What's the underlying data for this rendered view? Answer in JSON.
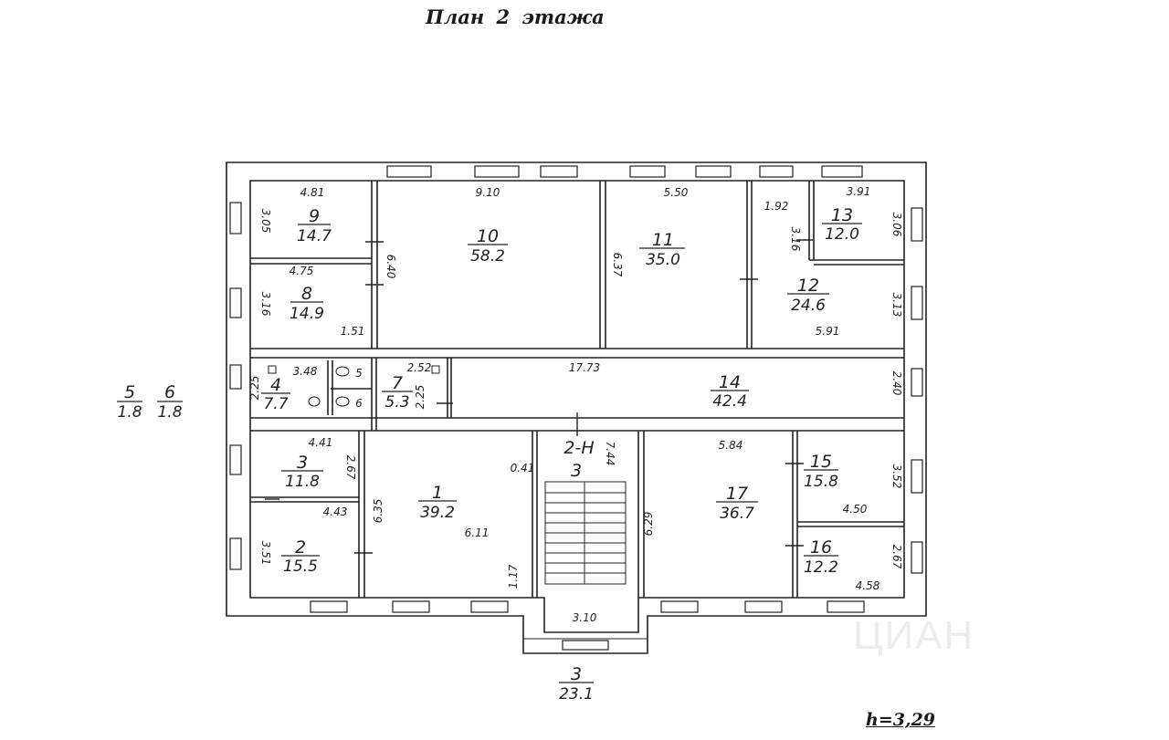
{
  "header": {
    "title": "План  2 этажа"
  },
  "footer": {
    "height_label": "h=3,29"
  },
  "watermark": "ЦИАН",
  "rooms": [
    {
      "num": "9",
      "area": "14.7"
    },
    {
      "num": "10",
      "area": "58.2"
    },
    {
      "num": "11",
      "area": "35.0"
    },
    {
      "num": "13",
      "area": "12.0"
    },
    {
      "num": "12",
      "area": "24.6"
    },
    {
      "num": "8",
      "area": "14.9"
    },
    {
      "num": "4",
      "area": "7.7"
    },
    {
      "num": "7",
      "area": "5.3"
    },
    {
      "num": "14",
      "area": "42.4"
    },
    {
      "num": "3",
      "area": "11.8"
    },
    {
      "num": "2",
      "area": "15.5"
    },
    {
      "num": "1",
      "area": "39.2"
    },
    {
      "num": "3",
      "area": ""
    },
    {
      "num": "17",
      "area": "36.7"
    },
    {
      "num": "15",
      "area": "15.8"
    },
    {
      "num": "16",
      "area": "12.2"
    },
    {
      "num": "3",
      "area": "23.1"
    },
    {
      "num": "5",
      "area": "1.8"
    },
    {
      "num": "6",
      "area": "1.8"
    }
  ],
  "stair_label": "2-Н",
  "small_labels": {
    "wc5": "5",
    "wc6": "6"
  },
  "dimensions": [
    "4.81",
    "3.05",
    "9.10",
    "5.50",
    "1.92",
    "3.91",
    "3.06",
    "3.16",
    "6.37",
    "6.40",
    "4.75",
    "3.16",
    "1.51",
    "3.13",
    "5.91",
    "3.48",
    "2.25",
    "2.52",
    "2.25",
    "17.73",
    "2.40",
    "4.41",
    "2.67",
    "4.43",
    "3.51",
    "6.35",
    "6.11",
    "0.41",
    "1.17",
    "7.44",
    "5.84",
    "6.29",
    "3.52",
    "4.50",
    "2.67",
    "4.58",
    "3.10"
  ]
}
